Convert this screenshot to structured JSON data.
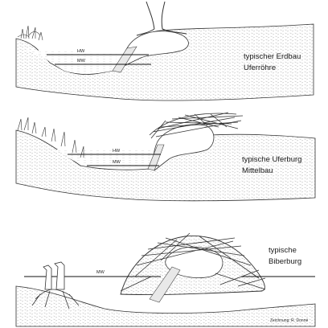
{
  "panels": [
    {
      "water_labels": [
        "HW",
        "MW"
      ],
      "caption": [
        "typischer Erdbau",
        "Uferröhre"
      ]
    },
    {
      "water_labels": [
        "HW",
        "MW"
      ],
      "caption": [
        "typische Uferburg",
        "Mittelbau"
      ]
    },
    {
      "water_labels": [
        "MW"
      ],
      "caption": [
        "typische",
        "Biberburg"
      ]
    }
  ],
  "credit": "Zeichnung: R. Donné"
}
